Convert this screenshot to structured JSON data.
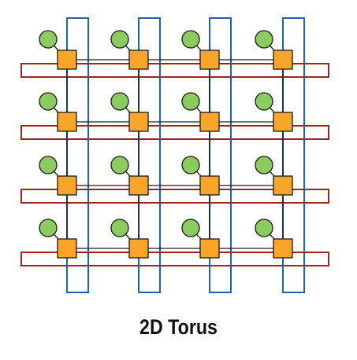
{
  "diagram": {
    "caption": "2D Torus",
    "rows": 4,
    "cols": 4,
    "colors": {
      "router_fill": "#F9A52A",
      "router_stroke": "#1A1A1A",
      "node_fill": "#8CCB5E",
      "node_stroke": "#1A1A1A",
      "mesh_link": "#1A1A1A",
      "row_wraparound_link": "#A0241B",
      "column_wraparound_link": "#1F5FB5"
    }
  }
}
